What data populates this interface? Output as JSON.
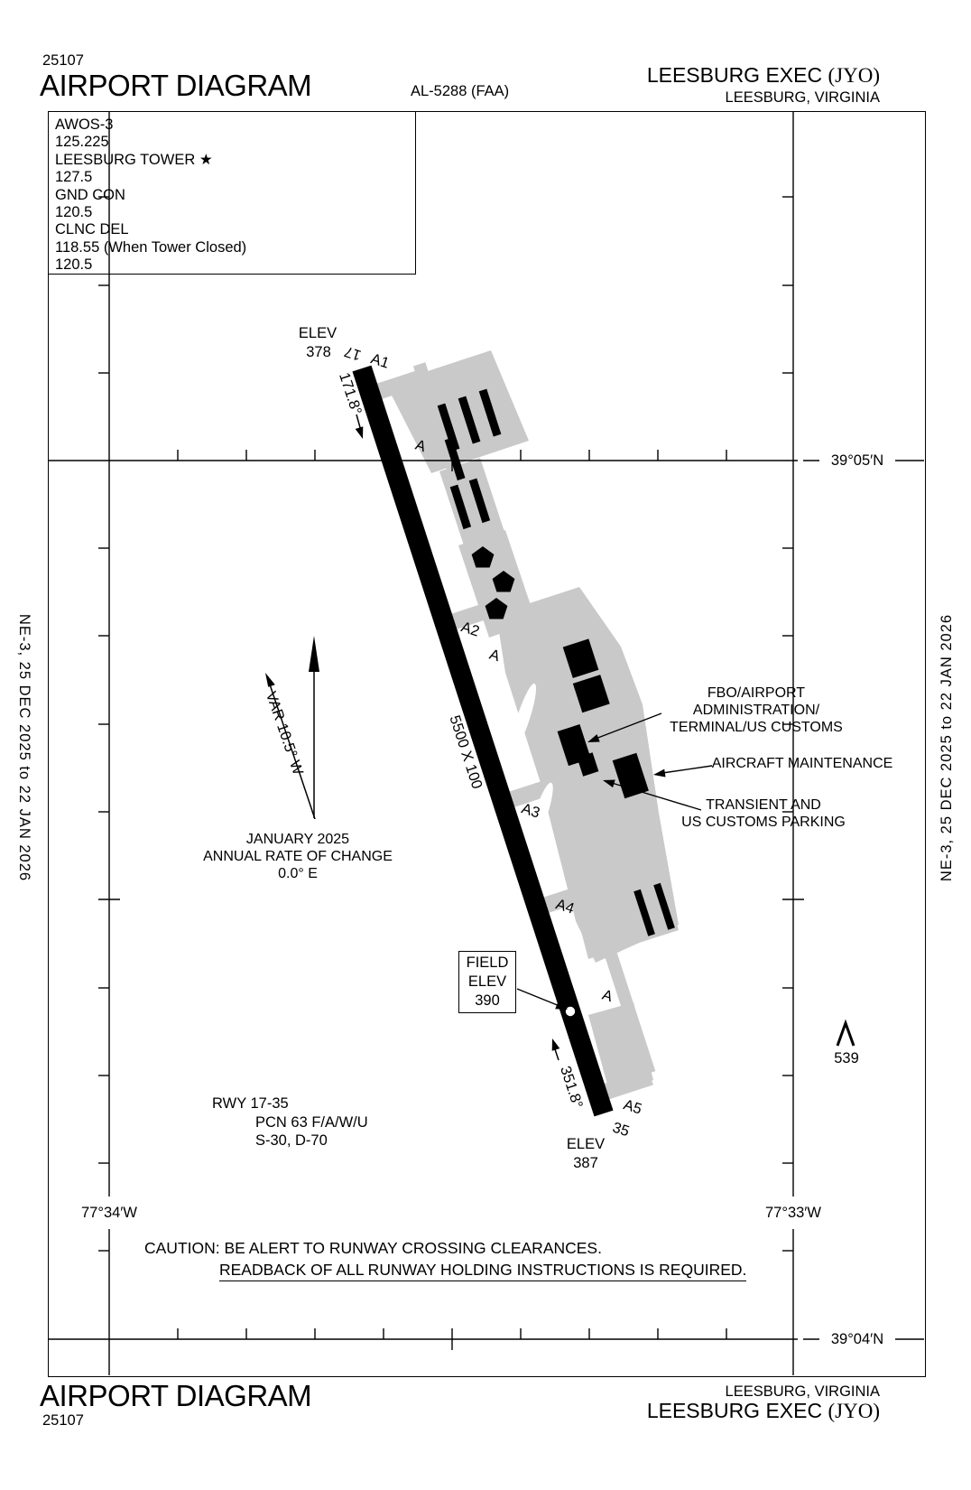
{
  "header": {
    "edition": "25107",
    "title": "AIRPORT DIAGRAM",
    "al_number": "AL-5288 (FAA)",
    "airport_name": "LEESBURG EXEC",
    "airport_id": "(JYO)",
    "city": "LEESBURG, VIRGINIA"
  },
  "footer": {
    "title": "AIRPORT DIAGRAM",
    "edition": "25107",
    "city": "LEESBURG, VIRGINIA",
    "airport_name": "LEESBURG EXEC",
    "airport_id": "(JYO)"
  },
  "margin_note": {
    "text": "NE-3,  25 DEC 2025  to  22 JAN 2026"
  },
  "comm": {
    "lines": [
      "AWOS-3",
      "125.225",
      "LEESBURG TOWER ★",
      "127.5",
      "GND CON",
      "120.5",
      "CLNC DEL",
      "118.55 (When Tower Closed)",
      "120.5"
    ]
  },
  "grid": {
    "lat_top": "39°05′N",
    "lat_bottom": "39°04′N",
    "lon_left": "77°34′W",
    "lon_right": "77°33′W"
  },
  "runway": {
    "num_17": "17",
    "num_35": "35",
    "hdg_17": "171.8°",
    "hdg_35": "351.8°",
    "dims": "5500 X 100",
    "elev_label": "ELEV",
    "elev_17": "378",
    "elev_35": "387"
  },
  "field_elev": {
    "line1": "FIELD",
    "line2": "ELEV",
    "line3": "390"
  },
  "taxiway": {
    "a1": "A1",
    "a2": "A2",
    "a3": "A3",
    "a4": "A4",
    "a5": "A5",
    "a": "A"
  },
  "variation": {
    "var_label": "VAR 10.5° W",
    "date": "JANUARY 2025",
    "rate": "ANNUAL RATE OF CHANGE",
    "value": "0.0° E"
  },
  "obstruction": {
    "elevation": "539"
  },
  "building_labels": {
    "fbo1": "FBO/AIRPORT ADMINISTRATION/",
    "fbo2": "TERMINAL/US CUSTOMS",
    "maintenance": "AIRCRAFT MAINTENANCE",
    "transient1": "TRANSIENT AND",
    "transient2": "US CUSTOMS PARKING"
  },
  "runway_info": {
    "line1": "RWY 17-35",
    "line2": "PCN 63 F/A/W/U",
    "line3": "S-30, D-70"
  },
  "caution": {
    "line1": "CAUTION: BE ALERT TO RUNWAY CROSSING CLEARANCES.",
    "line2": "READBACK OF ALL RUNWAY HOLDING INSTRUCTIONS IS REQUIRED."
  },
  "colors": {
    "pavement_gray": "#c9c9c9",
    "ink": "#000000",
    "background": "#ffffff"
  }
}
